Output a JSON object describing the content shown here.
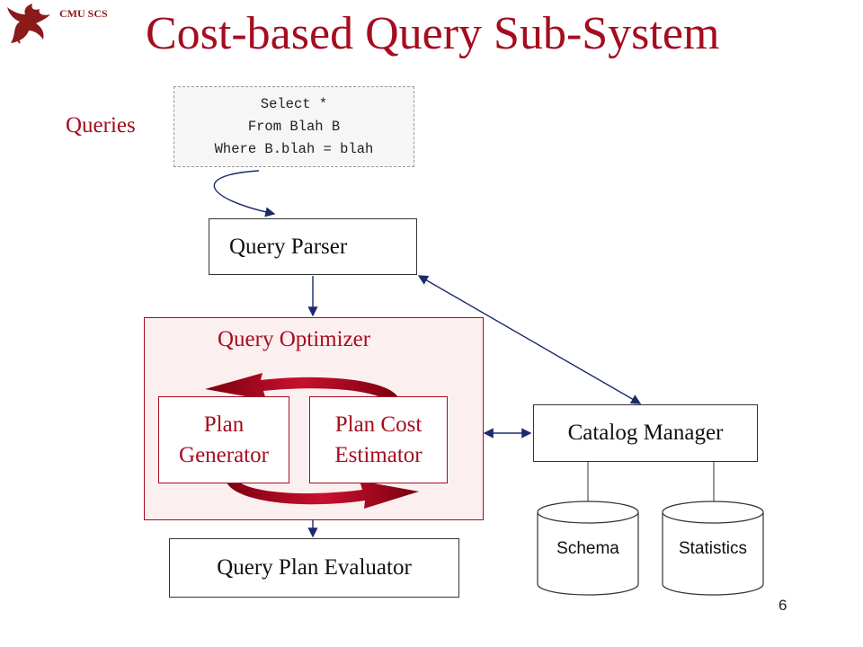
{
  "header": {
    "label": "CMU SCS"
  },
  "slide": {
    "title": "Cost-based Query Sub-System",
    "page_number": "6"
  },
  "diagram": {
    "queries_label": "Queries",
    "sql_lines": [
      "Select *",
      "From Blah B",
      "Where B.blah = blah"
    ],
    "query_parser": "Query Parser",
    "query_optimizer": "Query Optimizer",
    "plan_generator": [
      "Plan",
      "Generator"
    ],
    "plan_cost_estimator": [
      "Plan Cost",
      "Estimator"
    ],
    "query_plan_evaluator": "Query Plan Evaluator",
    "catalog_manager": "Catalog Manager",
    "schema": "Schema",
    "statistics": "Statistics"
  },
  "colors": {
    "accent": "#a50d1f",
    "optimizer_fill": "#fcefef",
    "arrow": "#1b2a6b"
  }
}
